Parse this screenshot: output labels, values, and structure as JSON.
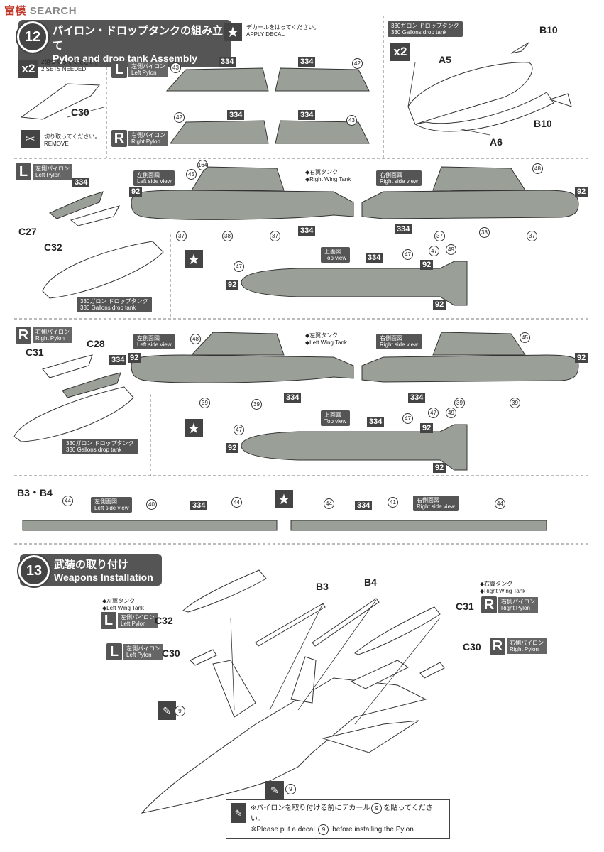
{
  "watermark": {
    "prefix": "富",
    "mid": "模",
    "suffix": "SEARCH"
  },
  "step12": {
    "number": "12",
    "title_jp": "パイロン・ドロップタンクの組み立て",
    "title_en": "Pylon and drop tank Assembly",
    "decal_jp": "デカールをはってください。",
    "decal_en": "APPLY DECAL",
    "sets": {
      "count": "x2",
      "jp": "2組つくってください。",
      "en": "2 SETS NEEDED"
    },
    "remove": {
      "jp": "切り取ってください。",
      "en": "REMOVE"
    },
    "left_pylon": {
      "letter": "L",
      "jp": "左側パイロン",
      "en": "Left Pylon"
    },
    "right_pylon": {
      "letter": "R",
      "jp": "右側パイロン",
      "en": "Right Pylon"
    },
    "tank_label": {
      "jp": "330ガロン ドロップタンク",
      "en": "330 Gallons drop tank",
      "count": "x2"
    },
    "parts": {
      "c30": "C30",
      "a5": "A5",
      "a6": "A6",
      "b10a": "B10",
      "b10b": "B10"
    }
  },
  "left_section": {
    "badge": {
      "letter": "L",
      "jp": "左側パイロン",
      "en": "Left Pylon"
    },
    "parts": {
      "c27": "C27",
      "c32": "C32"
    },
    "side_left": {
      "jp": "左側面図",
      "en": "Left side view"
    },
    "tank_jp": "◆右翼タンク",
    "tank_en": "◆Right Wing Tank",
    "side_right": {
      "jp": "右側面図",
      "en": "Right side view"
    },
    "top_view": {
      "jp": "上面図",
      "en": "Top view"
    },
    "drop_tank": {
      "jp": "330ガロン ドロップタンク",
      "en": "330 Gallons drop tank"
    }
  },
  "right_section": {
    "badge": {
      "letter": "R",
      "jp": "右側パイロン",
      "en": "Right Pylon"
    },
    "parts": {
      "c31": "C31",
      "c28": "C28"
    },
    "side_left": {
      "jp": "左側面図",
      "en": "Left side view"
    },
    "tank_jp": "◆左翼タンク",
    "tank_en": "◆Left Wing Tank",
    "side_right": {
      "jp": "右側面図",
      "en": "Right side view"
    },
    "top_view": {
      "jp": "上面図",
      "en": "Top view"
    },
    "drop_tank": {
      "jp": "330ガロン ドロップタンク",
      "en": "330 Gallons drop tank"
    }
  },
  "b_section": {
    "title": "B3・B4",
    "side_left": {
      "jp": "左側面図",
      "en": "Left side view"
    },
    "side_right": {
      "jp": "右側面図",
      "en": "Right side view"
    }
  },
  "decal_numbers": {
    "n334": "334",
    "n43": "43",
    "n42": "42",
    "n164": "164",
    "n45": "45",
    "n48": "48",
    "n92": "92",
    "n37": "37",
    "n38": "38",
    "n39": "39",
    "n47": "47",
    "n49": "49",
    "n44": "44",
    "n40": "40",
    "n41": "41",
    "n9": "9"
  },
  "step13": {
    "number": "13",
    "title_jp": "武装の取り付け",
    "title_en": "Weapons Installation",
    "left_tank": {
      "jp": "◆左翼タンク",
      "en": "◆Left Wing Tank"
    },
    "right_tank": {
      "jp": "◆右翼タンク",
      "en": "◆Right Wing Tank"
    },
    "left_pylon": {
      "letter": "L",
      "jp": "左側パイロン",
      "en": "Left Pylon"
    },
    "right_pylon": {
      "letter": "R",
      "jp": "右側パイロン",
      "en": "Right Pylon"
    },
    "parts": {
      "b3": "B3",
      "b4": "B4",
      "c31": "C31",
      "c32": "C32",
      "c30l": "C30",
      "c30r": "C30"
    },
    "note_jp_pre": "※パイロンを取り付ける前にデカール",
    "note_jp_post": "を貼ってください。",
    "note_en_pre": "※Please put a decal",
    "note_en_post": "before installing the Pylon."
  },
  "colors": {
    "panel": "#9aa097",
    "dark": "#444444",
    "line": "#333333"
  }
}
